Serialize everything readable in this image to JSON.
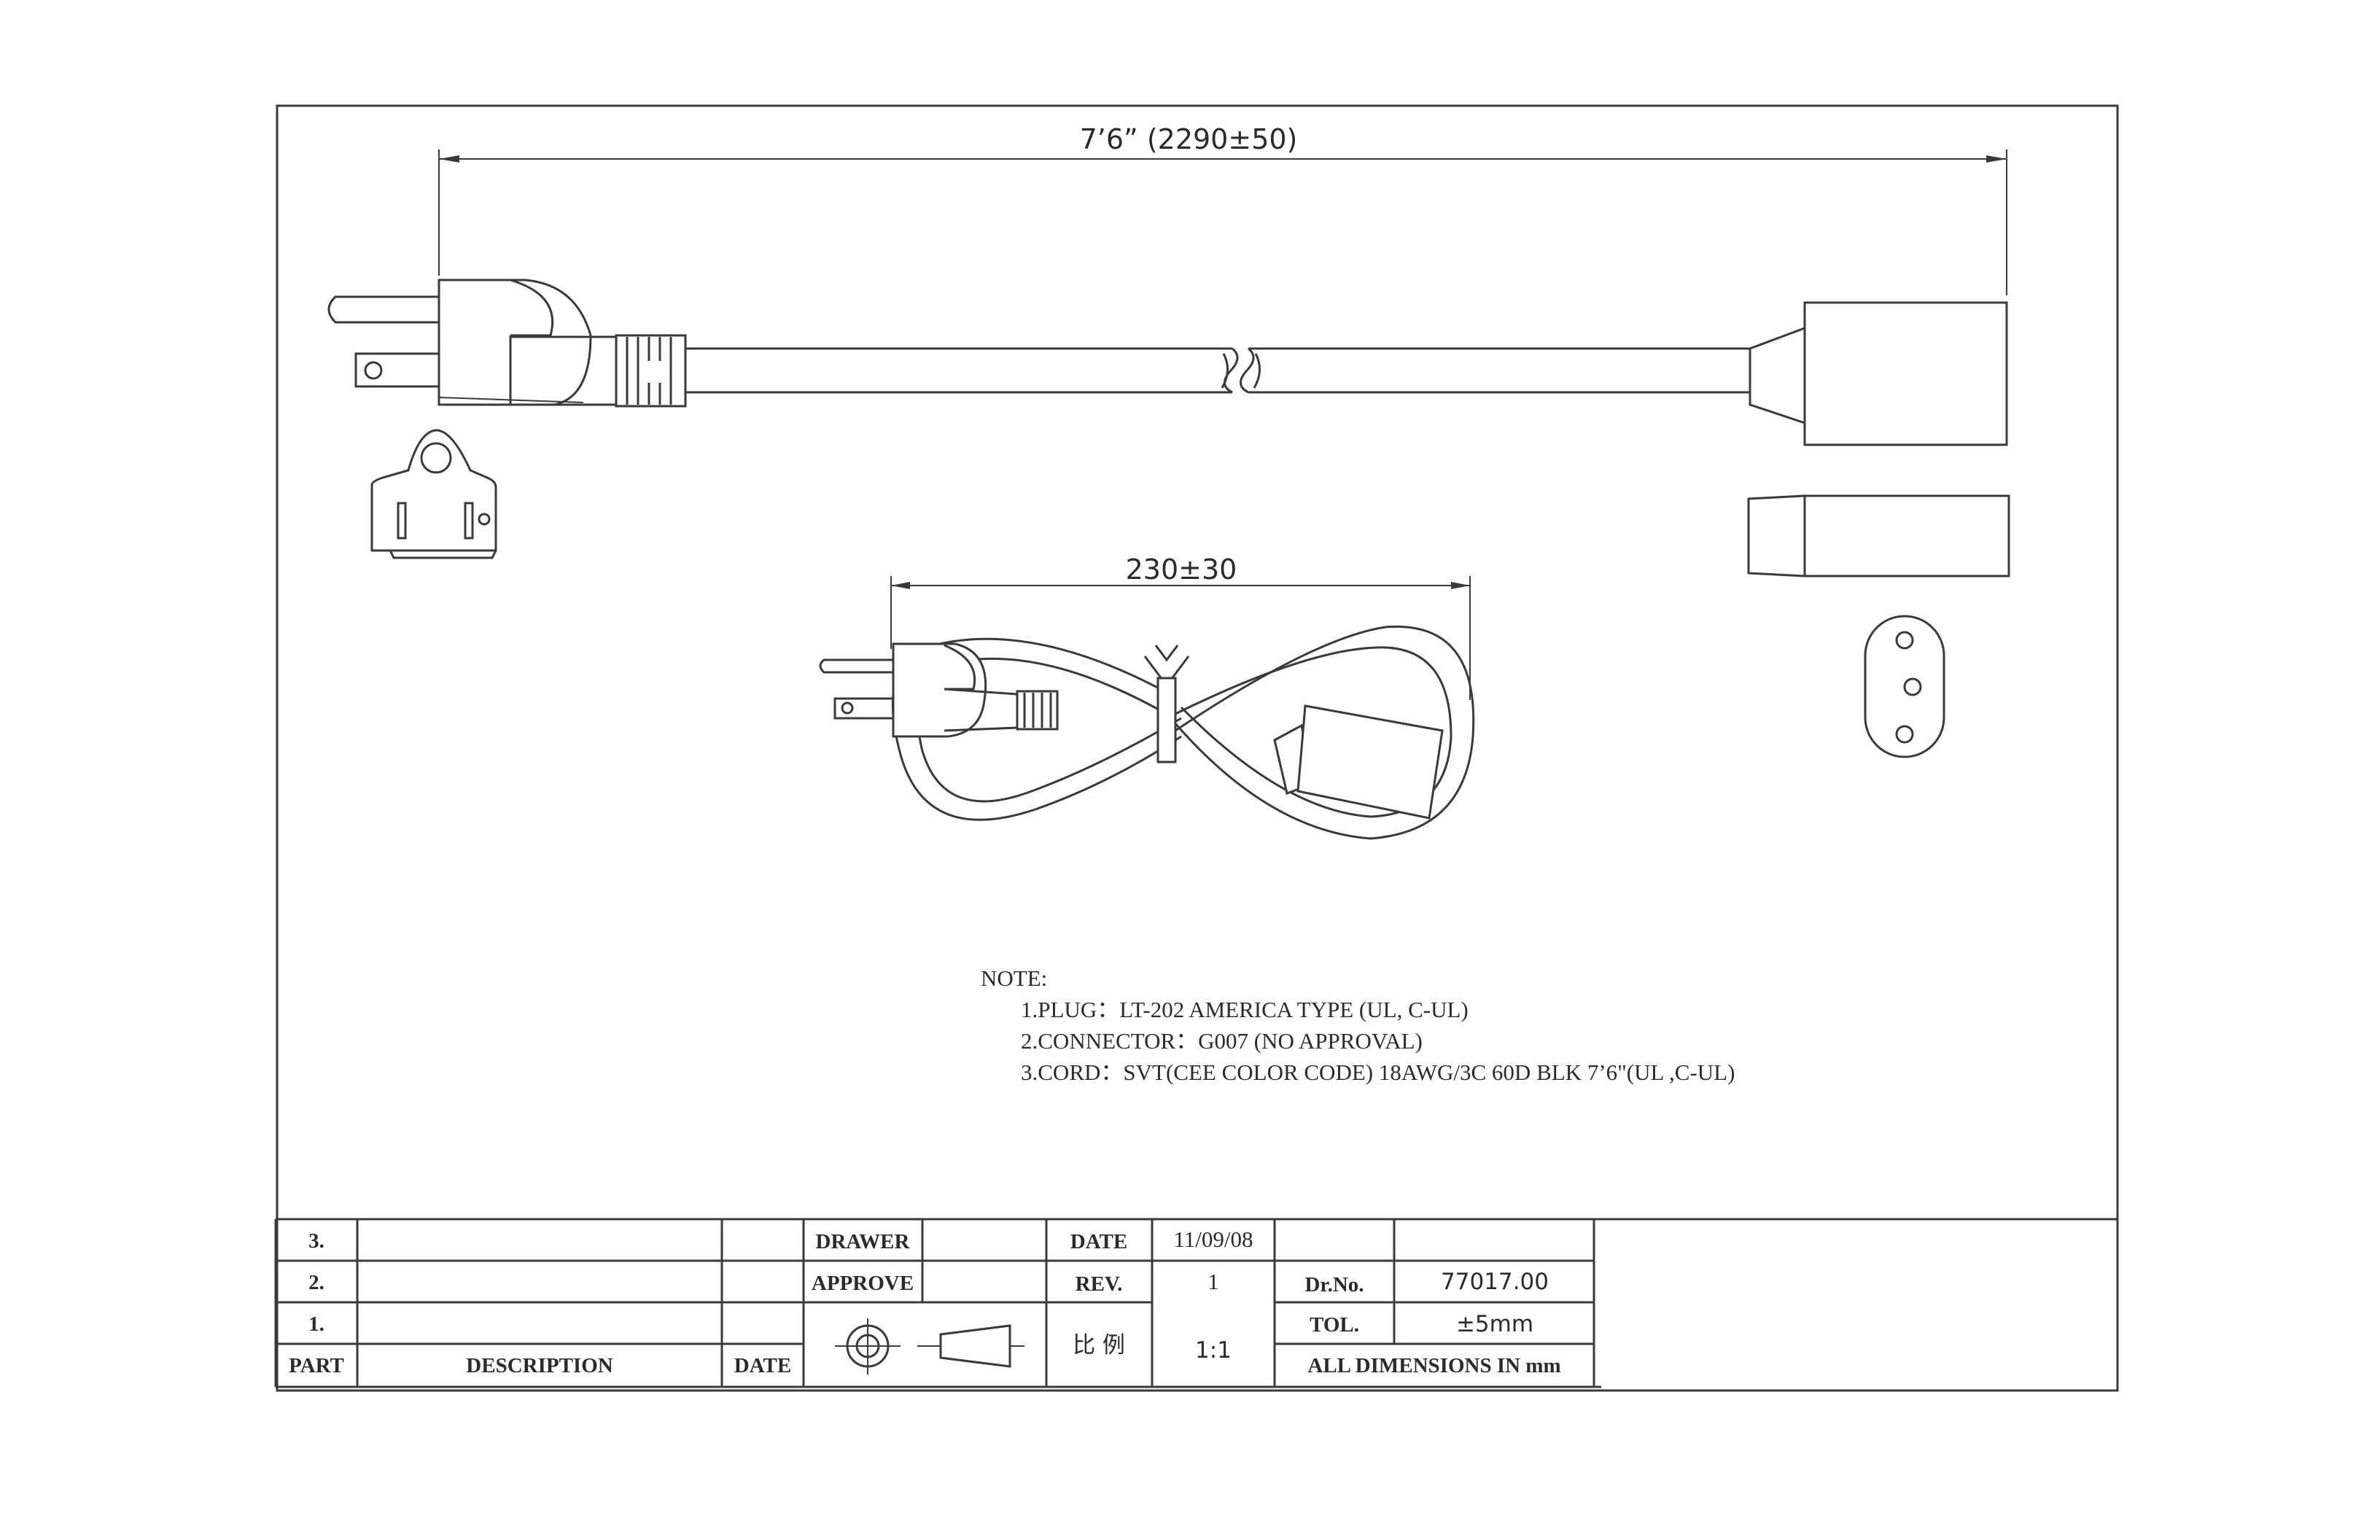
{
  "dimensions": {
    "overall_length": "7’6” (2290±50)",
    "coil_width": "230±30"
  },
  "notes": {
    "heading": "NOTE:",
    "items": [
      "1.PLUG：LT-202 AMERICA TYPE (UL, C-UL)",
      "2.CONNECTOR：G007 (NO APPROVAL)",
      "3.CORD：SVT(CEE COLOR CODE) 18AWG/3C 60D BLK 7’6\"(UL ,C-UL)"
    ]
  },
  "title_block": {
    "rev_rows": [
      "3.",
      "2.",
      "1."
    ],
    "part_label": "PART",
    "description_label": "DESCRIPTION",
    "date_label": "DATE",
    "drawer_label": "DRAWER",
    "approve_label": "APPROVE",
    "date_field_label": "DATE",
    "date_value": "11/09/08",
    "rev_label": "REV.",
    "rev_value": "1",
    "scale_label": "比 例",
    "scale_value": "1:1",
    "drawing_no_label": "Dr.No.",
    "drawing_no_value": "77017.00",
    "tolerance_label": "TOL.",
    "tolerance_value": "±5mm",
    "units_note": "ALL DIMENSIONS IN mm"
  }
}
